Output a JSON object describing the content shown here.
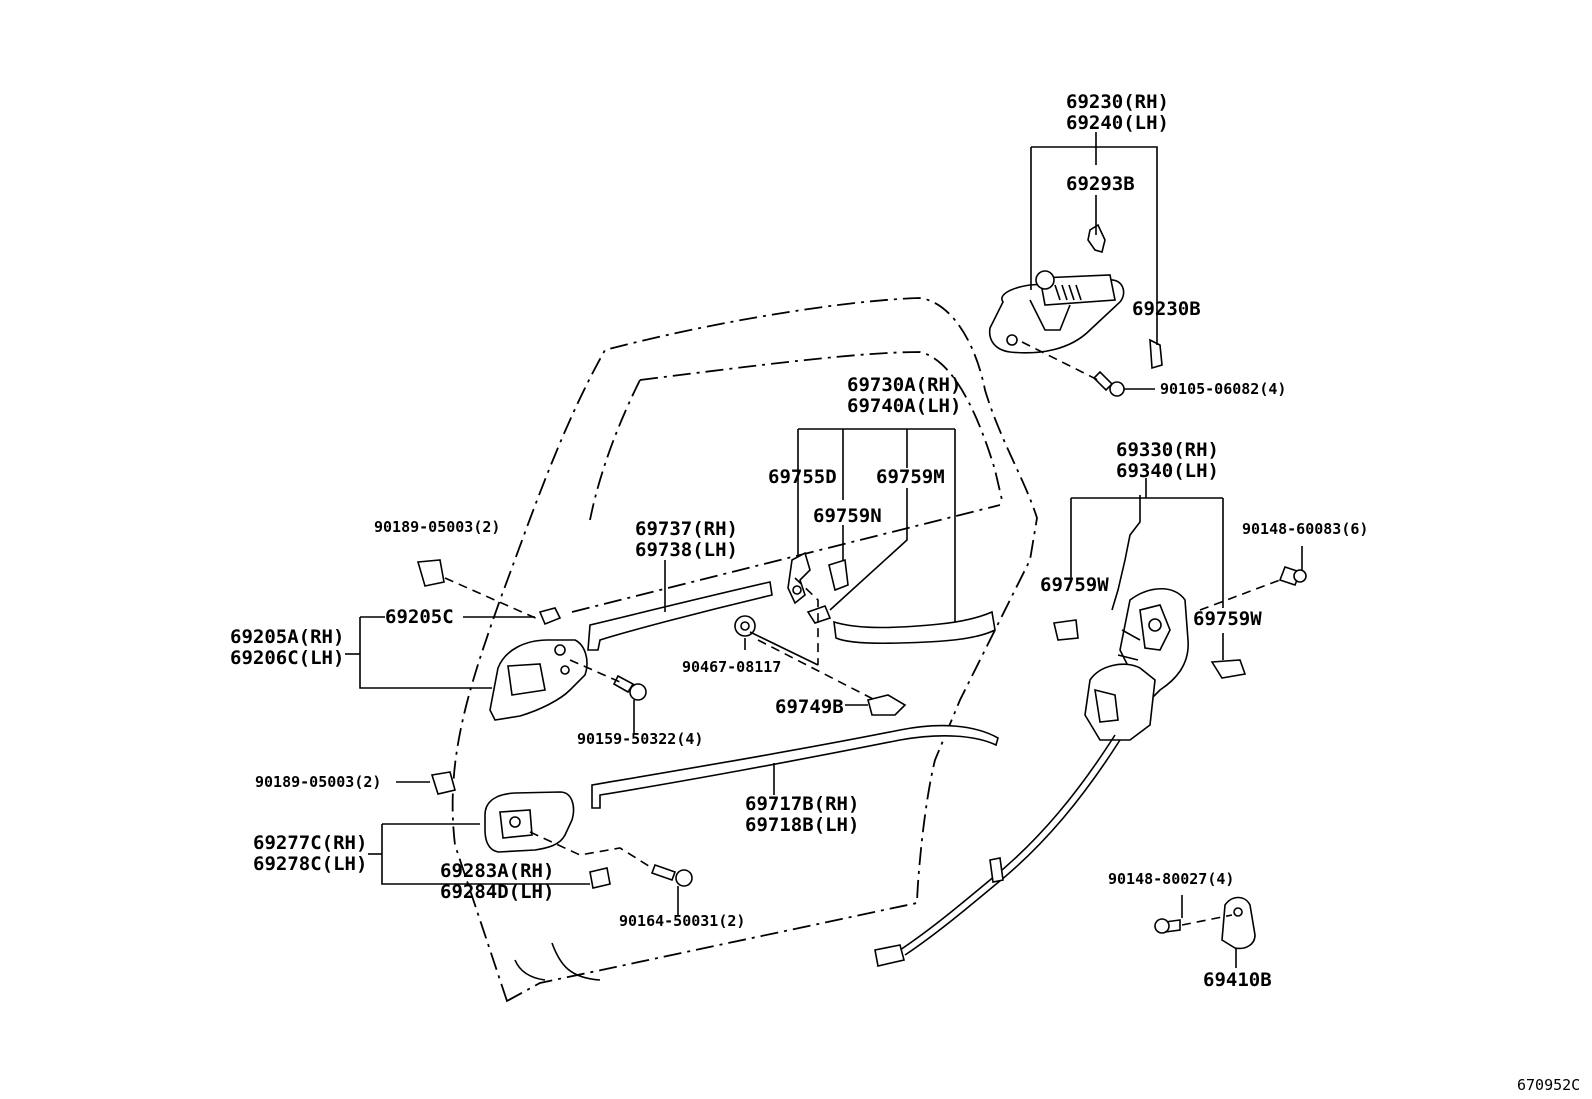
{
  "diagram": {
    "code": "670952C",
    "callouts": [
      {
        "id": "ext-handle",
        "lines": [
          "69230(RH)",
          "69240(LH)"
        ]
      },
      {
        "id": "ext-cover",
        "lines": [
          "69293B"
        ]
      },
      {
        "id": "ext-pad",
        "lines": [
          "69230B"
        ]
      },
      {
        "id": "bolt-ext",
        "lines": [
          "90105-06082(4)"
        ]
      },
      {
        "id": "rod-set",
        "lines": [
          "69730A(RH)",
          "69740A(LH)"
        ]
      },
      {
        "id": "clip-d",
        "lines": [
          "69755D"
        ]
      },
      {
        "id": "clip-m",
        "lines": [
          "69759M"
        ]
      },
      {
        "id": "clip-n",
        "lines": [
          "69759N"
        ]
      },
      {
        "id": "lock-assy",
        "lines": [
          "69330(RH)",
          "69340(LH)"
        ]
      },
      {
        "id": "screw-lock",
        "lines": [
          "90148-60083(6)"
        ]
      },
      {
        "id": "clip-w-left",
        "lines": [
          "69759W"
        ]
      },
      {
        "id": "clip-w-right",
        "lines": [
          "69759W"
        ]
      },
      {
        "id": "clip-top",
        "lines": [
          "90189-05003(2)"
        ]
      },
      {
        "id": "rod-upper",
        "lines": [
          "69737(RH)",
          "69738(LH)"
        ]
      },
      {
        "id": "pad-c",
        "lines": [
          "69205C"
        ]
      },
      {
        "id": "inner-handle",
        "lines": [
          "69205A(RH)",
          "69206C(LH)"
        ]
      },
      {
        "id": "grommet",
        "lines": [
          "90467-08117"
        ]
      },
      {
        "id": "knob",
        "lines": [
          "69749B"
        ]
      },
      {
        "id": "screw-inner",
        "lines": [
          "90159-50322(4)"
        ]
      },
      {
        "id": "clip-bottom",
        "lines": [
          "90189-05003(2)"
        ]
      },
      {
        "id": "rod-lower",
        "lines": [
          "69717B(RH)",
          "69718B(LH)"
        ]
      },
      {
        "id": "bezel",
        "lines": [
          "69277C(RH)",
          "69278C(LH)"
        ]
      },
      {
        "id": "cover-cap",
        "lines": [
          "69283A(RH)",
          "69284D(LH)"
        ]
      },
      {
        "id": "screw-bezel",
        "lines": [
          "90164-50031(2)"
        ]
      },
      {
        "id": "screw-striker",
        "lines": [
          "90148-80027(4)"
        ]
      },
      {
        "id": "striker",
        "lines": [
          "69410B"
        ]
      }
    ]
  }
}
